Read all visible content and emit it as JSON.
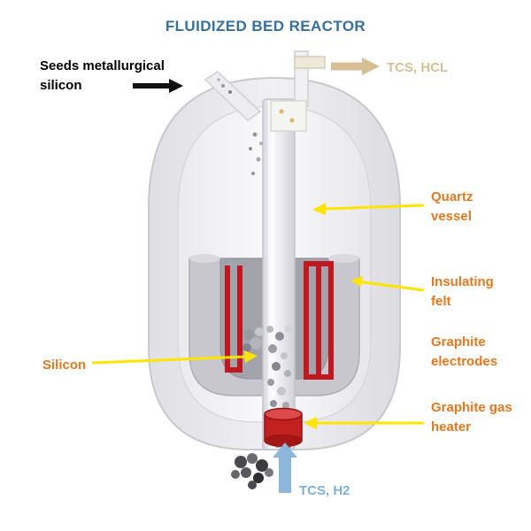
{
  "title": "FLUIDIZED BED REACTOR",
  "labels": {
    "seeds": "Seeds metallurgical silicon",
    "tcs_hcl": "TCS, HCL",
    "quartz_vessel": "Quartz vessel",
    "insulating_felt": "Insulating felt",
    "graphite_electrodes": "Graphite electrodes",
    "silicon": "Silicon",
    "graphite_gas_heater": "Graphite gas heater",
    "tcs_h2": "TCS, H2"
  },
  "colors": {
    "title_blue": "#35709f",
    "label_orange": "#e5781e",
    "label_black": "#000000",
    "tan_arrow": "#d6be95",
    "gas_blue": "#7eb1d8",
    "callout_yellow": "#ffe400",
    "heater_red": "#c32020",
    "vessel_gray": "#e9e9ec"
  }
}
